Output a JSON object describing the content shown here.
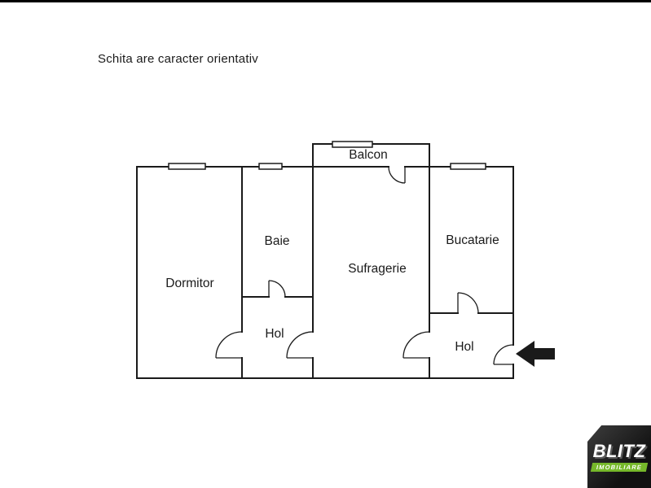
{
  "page": {
    "disclaimer": "Schita are caracter orientativ"
  },
  "floor_plan": {
    "rooms": {
      "balcon": {
        "label": "Balcon"
      },
      "dormitor": {
        "label": "Dormitor"
      },
      "baie": {
        "label": "Baie"
      },
      "hol_left": {
        "label": "Hol"
      },
      "sufragerie": {
        "label": "Sufragerie"
      },
      "bucatarie": {
        "label": "Bucatarie"
      },
      "hol_right": {
        "label": "Hol"
      }
    },
    "symbols": {
      "entrance_arrow": "left-pointing solid arrow marking apartment entrance",
      "windows": 4,
      "doors": 7
    }
  },
  "logo": {
    "brand": "BLITZ",
    "subtitle": "IMOBILIARE"
  },
  "colors": {
    "wall": "#1a1a1a",
    "background": "#ffffff",
    "top_border": "#000000",
    "arrow": "#1a1a1a",
    "logo_green": "#76b82a",
    "logo_background": "#1c1c1c"
  }
}
